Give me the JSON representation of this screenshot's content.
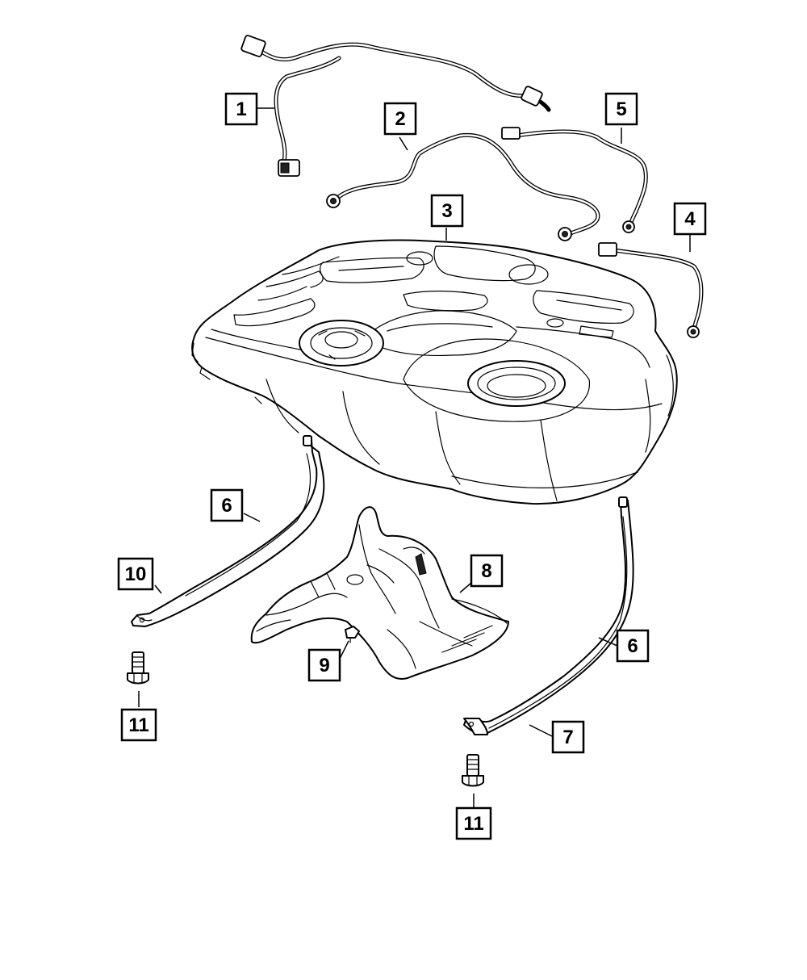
{
  "diagram": {
    "callouts": [
      {
        "id": "c1",
        "label": "1"
      },
      {
        "id": "c2",
        "label": "2"
      },
      {
        "id": "c3",
        "label": "3"
      },
      {
        "id": "c4",
        "label": "4"
      },
      {
        "id": "c5",
        "label": "5"
      },
      {
        "id": "c6a",
        "label": "6"
      },
      {
        "id": "c6b",
        "label": "6"
      },
      {
        "id": "c7",
        "label": "7"
      },
      {
        "id": "c8",
        "label": "8"
      },
      {
        "id": "c9",
        "label": "9"
      },
      {
        "id": "c10",
        "label": "10"
      },
      {
        "id": "c11a",
        "label": "11"
      },
      {
        "id": "c11b",
        "label": "11"
      }
    ]
  }
}
